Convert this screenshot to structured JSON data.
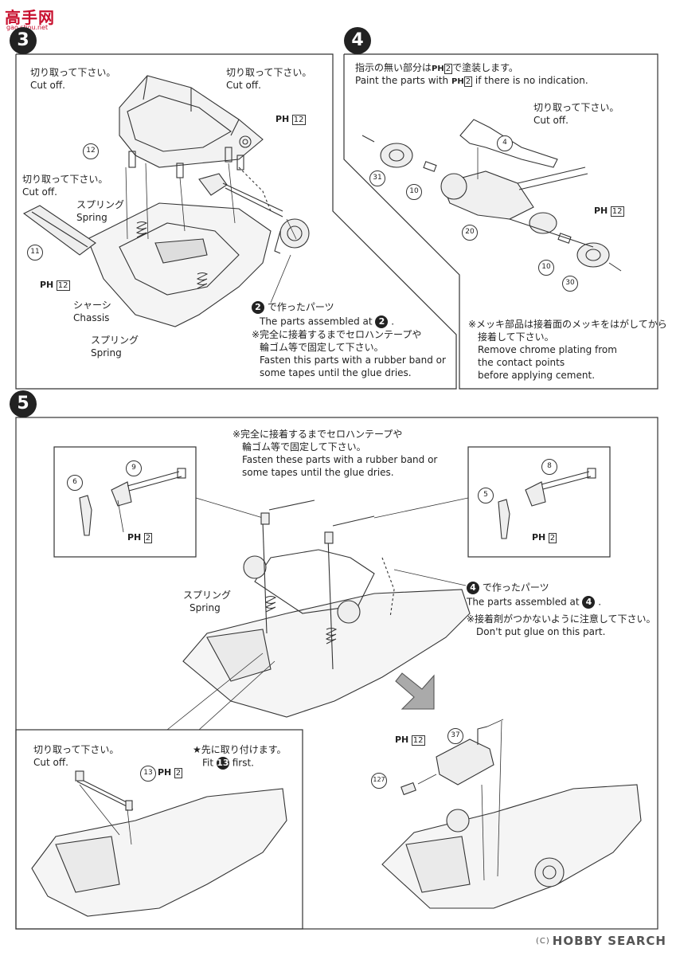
{
  "logo": {
    "chars": "高手网",
    "url": "gao.shou.net"
  },
  "watermark": {
    "copyright": "(C)",
    "text": "HOBBY SEARCH"
  },
  "paint_code": "PH",
  "step3": {
    "number": "3",
    "cut_off_left_jp": "切り取って下さい。",
    "cut_off_left_en": "Cut off.",
    "cut_off_right_jp": "切り取って下さい。",
    "cut_off_right_en": "Cut off.",
    "cut_off_mid_jp": "切り取って下さい。",
    "cut_off_mid_en": "Cut off.",
    "paint_color": "12",
    "paint_color_left": "12",
    "part_12": "12",
    "part_11": "11",
    "spring_top_jp": "スプリング",
    "spring_top_en": "Spring",
    "chassis_jp": "シャーシ",
    "chassis_en": "Chassis",
    "spring_bottom_jp": "スプリング",
    "spring_bottom_en": "Spring",
    "made_in_ref": "2",
    "made_in_jp": "で作ったパーツ",
    "assembled_en": "The parts assembled at",
    "fasten_jp1": "※完全に接着するまでセロハンテープや",
    "fasten_jp2": "輪ゴム等で固定して下さい。",
    "fasten_en1": "Fasten this parts with a rubber band or",
    "fasten_en2": "some tapes until the glue dries."
  },
  "step4": {
    "number": "4",
    "paint_note_jp_pre": "指示の無い部分は",
    "paint_note_jp_post": "で塗装します。",
    "paint_note_en_pre": "Paint the parts with",
    "paint_note_en_post": "if there is no indication.",
    "paint_default": "2",
    "cut_off_jp": "切り取って下さい。",
    "cut_off_en": "Cut off.",
    "part_4": "4",
    "part_31": "31",
    "part_10a": "10",
    "part_20": "20",
    "part_10b": "10",
    "part_30": "30",
    "paint_color": "12",
    "chrome_jp1": "※メッキ部品は接着面のメッキをはがしてから",
    "chrome_jp2": "接着して下さい。",
    "chrome_en1": "Remove chrome plating from",
    "chrome_en2": "the contact points",
    "chrome_en3": "before applying cement."
  },
  "step5": {
    "number": "5",
    "fasten_jp1": "※完全に接着するまでセロハンテープや",
    "fasten_jp2": "輪ゴム等で固定して下さい。",
    "fasten_en1": "Fasten these parts with a rubber band or",
    "fasten_en2": "some tapes until the glue dries.",
    "left_part_9": "9",
    "left_part_6": "6",
    "left_paint": "2",
    "right_part_8": "8",
    "right_part_5": "5",
    "right_paint": "2",
    "spring_jp": "スプリング",
    "spring_en": "Spring",
    "made_in_ref": "4",
    "made_in_jp": "で作ったパーツ",
    "assembled_en": "The parts assembled at",
    "no_glue_jp": "※接着剤がつかないように注意して下さい。",
    "no_glue_en": "Don't put glue on this part.",
    "cut_off_jp": "切り取って下さい。",
    "cut_off_en": "Cut off.",
    "first_jp": "★先に取り付けます。",
    "first_en_pre": "Fit",
    "first_en_post": "first.",
    "first_part": "13",
    "part_13": "13",
    "part_13_paint": "2",
    "part_37": "37",
    "part_127": "127",
    "part_37_paint": "12"
  }
}
